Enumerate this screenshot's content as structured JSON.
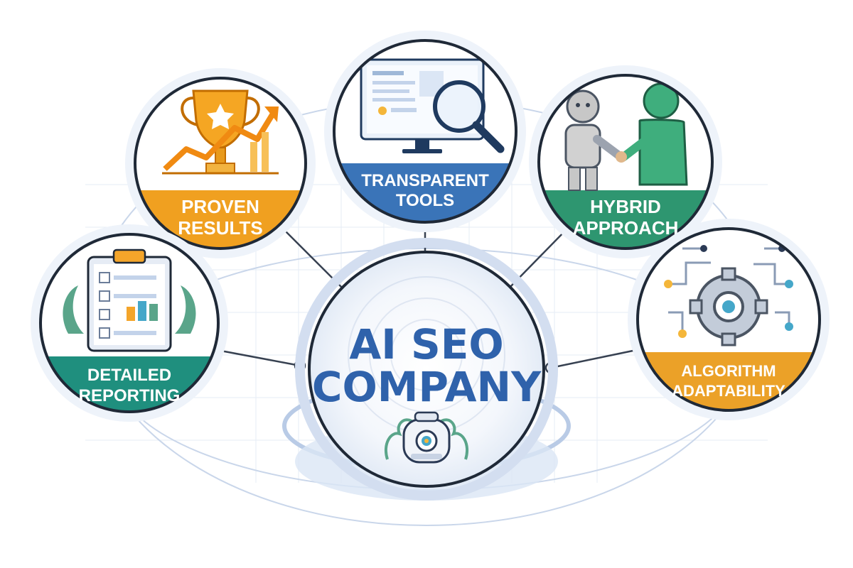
{
  "center": {
    "line1": "AI SEO",
    "line2": "COMPANY"
  },
  "nodes": [
    {
      "id": "proven-results",
      "line1": "PROVEN",
      "line2": "RESULTS",
      "band_color": "#f0a020",
      "icon": "trophy-growth-icon"
    },
    {
      "id": "transparent-tools",
      "line1": "TRANSPARENT",
      "line2": "TOOLS",
      "band_color": "#3a74b8",
      "icon": "monitor-magnifier-icon"
    },
    {
      "id": "hybrid-approach",
      "line1": "HYBRID",
      "line2": "APPROACH",
      "band_color": "#2e9670",
      "icon": "robot-human-handshake-icon"
    },
    {
      "id": "detailed-reporting",
      "line1": "DETAILED",
      "line2": "REPORTING",
      "band_color": "#1f8f7e",
      "icon": "clipboard-report-icon"
    },
    {
      "id": "algorithm-adaptability",
      "line1": "ALGORITHM",
      "line2": "ADAPTABILITY",
      "band_color": "#eba128",
      "icon": "gear-network-icon"
    }
  ],
  "colors": {
    "center_text": "#2f62ab",
    "ring": "#1f2937",
    "connector": "#374151",
    "orbit": "#c9d6ea"
  }
}
